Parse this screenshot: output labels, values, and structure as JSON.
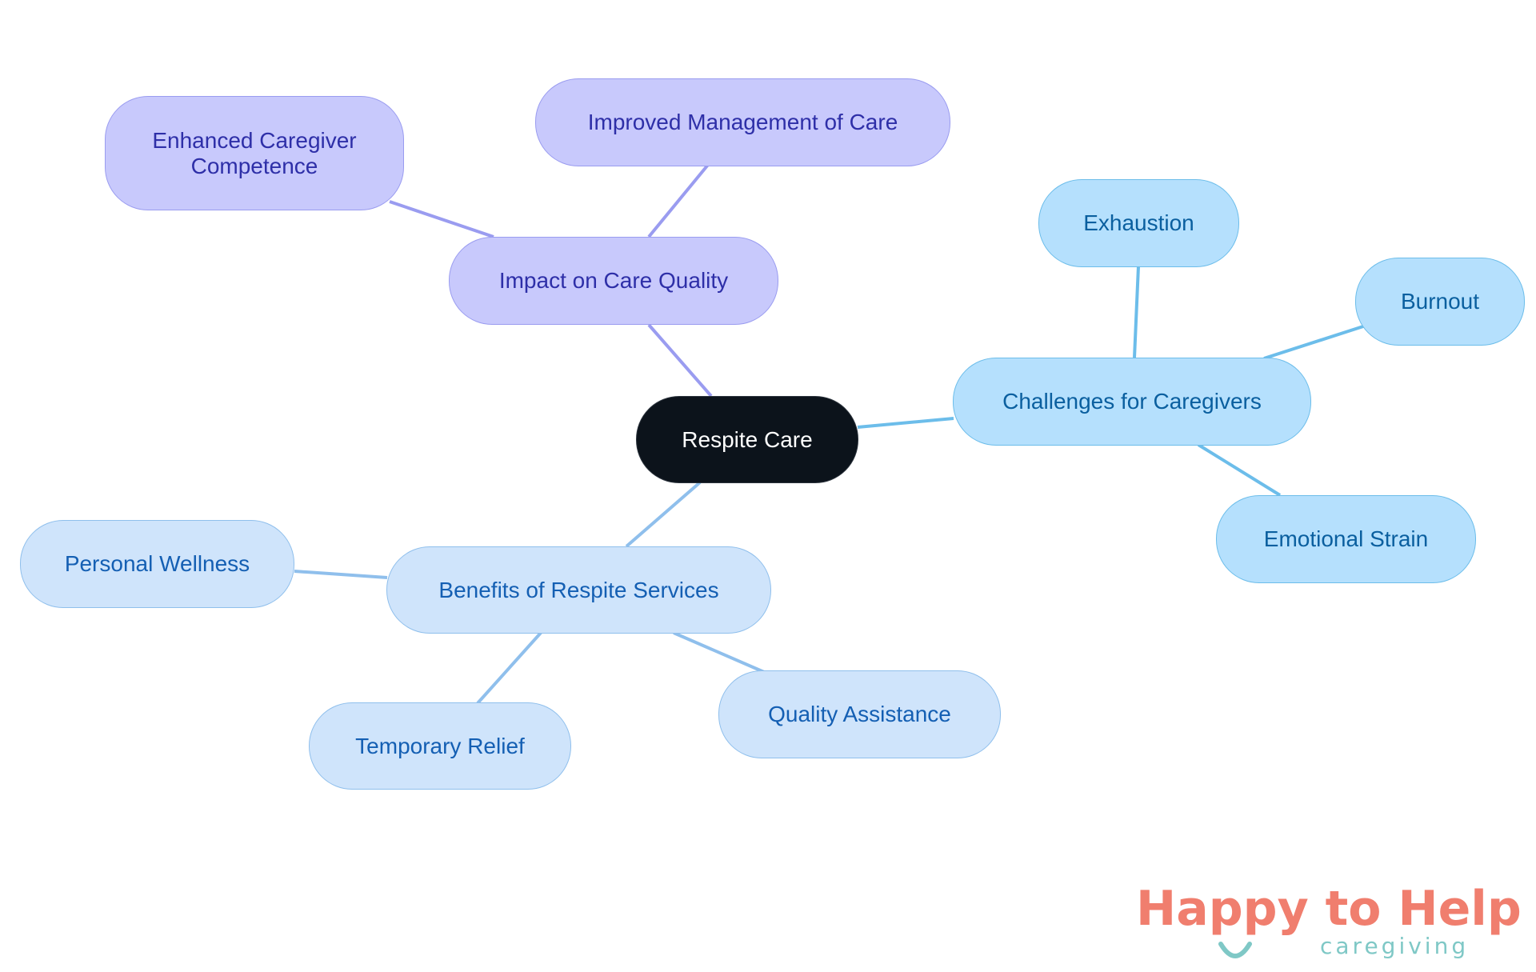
{
  "diagram": {
    "root": {
      "label": "Respite Care"
    },
    "branches": {
      "impact": {
        "label": "Impact on Care Quality",
        "children": [
          "Enhanced Caregiver Competence",
          "Improved Management of Care"
        ]
      },
      "challenges": {
        "label": "Challenges for Caregivers",
        "children": [
          "Exhaustion",
          "Burnout",
          "Emotional Strain"
        ]
      },
      "benefits": {
        "label": "Benefits of Respite Services",
        "children": [
          "Personal Wellness",
          "Temporary Relief",
          "Quality Assistance"
        ]
      }
    }
  },
  "colors": {
    "root": "#0c131b",
    "impact_fill": "#c8c9fc",
    "impact_edge": "#9a9cf0",
    "challenges_fill": "#b5e0fd",
    "challenges_edge": "#6cbdea",
    "benefits_fill": "#cfe4fb",
    "benefits_edge": "#8fbfec"
  },
  "logo": {
    "title": "Happy to Help",
    "subtitle": "caregiving",
    "title_color": "#f07e6e",
    "accent_color": "#7fc8c6"
  }
}
